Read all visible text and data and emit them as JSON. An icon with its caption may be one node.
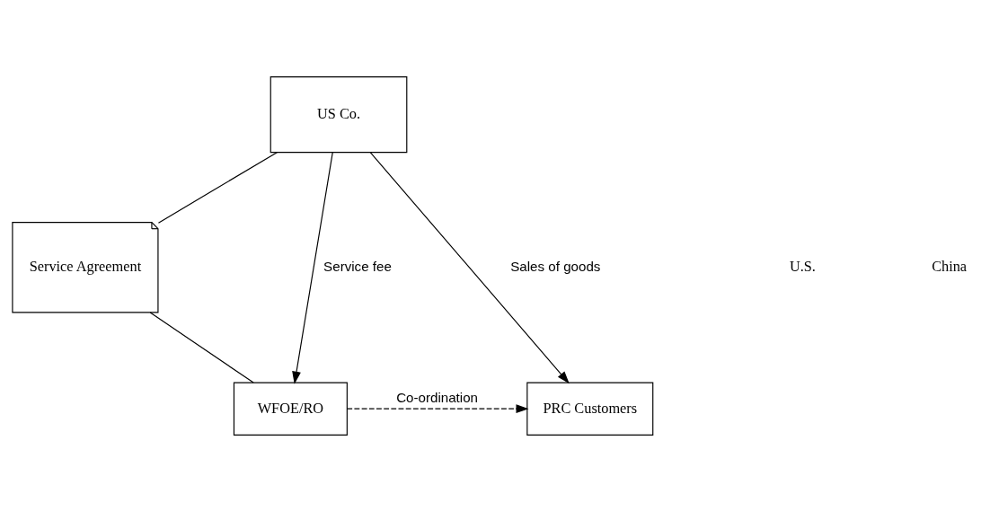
{
  "diagram": {
    "nodes": [
      {
        "text": [
          "US Co."
        ]
      },
      {
        "text": [
          "Service Agreement"
        ]
      },
      {
        "text": [
          "PRC Customers"
        ]
      },
      {
        "text": [
          "WFOE/RO"
        ]
      }
    ],
    "edges": [
      {
        "from": 0,
        "to": 1,
        "arrow": "none"
      },
      {
        "from": 1,
        "to": 3,
        "arrow": "none"
      },
      {
        "from": 0,
        "to": 2,
        "arrow": "to",
        "label": "Sales of goods"
      },
      {
        "from": 0,
        "to": 3,
        "arrow": "to",
        "label": "Service fee"
      },
      {
        "from": 3,
        "to": 2,
        "arrow": "to",
        "label": "Co-ordination",
        "style": "dashed"
      }
    ],
    "labels": [
      "U.S.",
      "China"
    ]
  }
}
